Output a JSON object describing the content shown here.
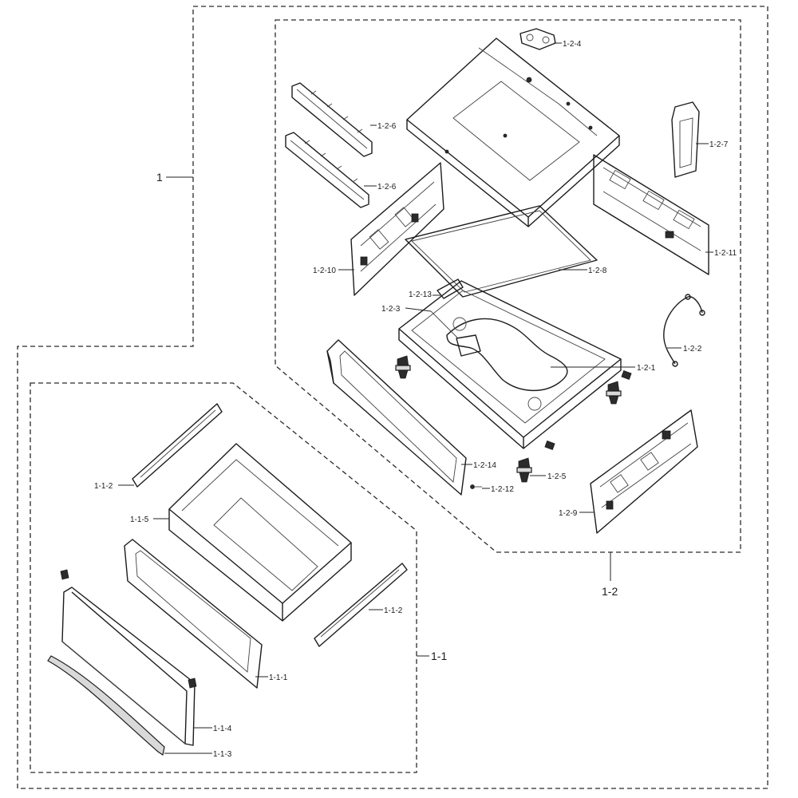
{
  "groups": {
    "g1": "1",
    "g1_1": "1-1",
    "g1_2": "1-2"
  },
  "parts_1_1": {
    "p_1_1_1": "1-1-1",
    "p_1_1_2a": "1-1-2",
    "p_1_1_2b": "1-1-2",
    "p_1_1_3": "1-1-3",
    "p_1_1_4": "1-1-4",
    "p_1_1_5": "1-1-5"
  },
  "parts_1_2": {
    "p_1_2_1": "1-2-1",
    "p_1_2_2": "1-2-2",
    "p_1_2_3": "1-2-3",
    "p_1_2_4": "1-2-4",
    "p_1_2_5": "1-2-5",
    "p_1_2_6a": "1-2-6",
    "p_1_2_6b": "1-2-6",
    "p_1_2_7": "1-2-7",
    "p_1_2_8": "1-2-8",
    "p_1_2_9": "1-2-9",
    "p_1_2_10": "1-2-10",
    "p_1_2_11": "1-2-11",
    "p_1_2_12": "1-2-12",
    "p_1_2_13": "1-2-13",
    "p_1_2_14": "1-2-14"
  }
}
